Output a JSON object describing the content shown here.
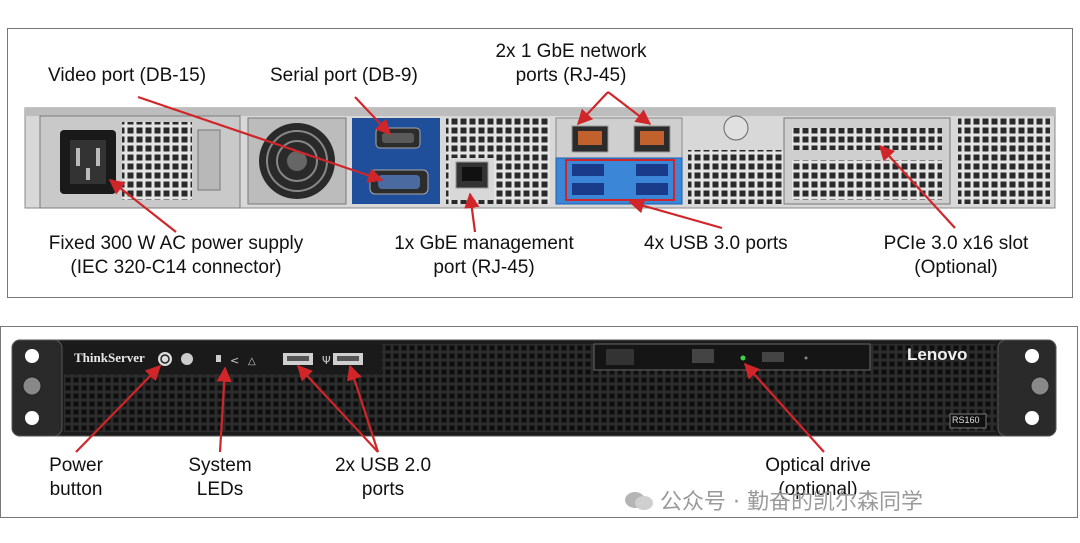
{
  "rear_panel": {
    "labels": {
      "video_port": "Video port (DB-15)",
      "serial_port": "Serial port (DB-9)",
      "network_line1": "2x 1 GbE network",
      "network_line2": "ports (RJ-45)",
      "power_line1": "Fixed 300 W  AC power supply",
      "power_line2": "(IEC 320-C14 connector)",
      "mgmt_line1": "1x GbE management",
      "mgmt_line2": "port (RJ-45)",
      "usb3": "4x USB 3.0 ports",
      "pcie_line1": "PCIe 3.0 x16 slot",
      "pcie_line2": "(Optional)"
    }
  },
  "front_panel": {
    "brand": "ThinkServer",
    "logo": "Lenovo",
    "model": "RS160",
    "labels": {
      "power_line1": "Power",
      "power_line2": "button",
      "leds_line1": "System",
      "leds_line2": "LEDs",
      "usb2_line1": "2x USB 2.0",
      "usb2_line2": "ports",
      "optical_line1": "Optical drive",
      "optical_line2": "(optional)"
    }
  },
  "watermark": "公众号 · 勤奋的凯尔森同学",
  "colors": {
    "arrow": "#d0262a",
    "usb_highlight": "#2f7fd0",
    "chassis": "#1c1c1c"
  }
}
